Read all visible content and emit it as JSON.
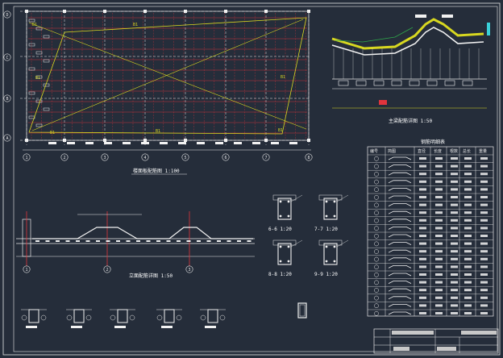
{
  "drawing": {
    "axes_letters": [
      "D",
      "C",
      "B",
      "A"
    ],
    "axes_numbers": [
      "1",
      "2",
      "3",
      "4",
      "5",
      "6",
      "7",
      "8"
    ],
    "plan_slab_labels": [
      "B1",
      "B1",
      "B1",
      "B1",
      "B1",
      "B1",
      "B1"
    ],
    "plan_title": "楼面板配筋图 1:100",
    "elevation_title": "立面配筋详图 1:50",
    "profile_title": "主梁配筋详图 1:50",
    "section_titles": [
      "6-6 1:20",
      "7-7 1:20",
      "8-8 1:20",
      "9-9 1:20"
    ],
    "schedule_title": "钢筋明细表",
    "schedule_headers": [
      "编号",
      "简图",
      "直径",
      "长度",
      "根数",
      "总长",
      "重量"
    ],
    "elevation_axis_numbers": [
      "1",
      "2",
      "3"
    ],
    "colors": {
      "background": "#252d3a",
      "frame": "#e8e8e8",
      "grid_red": "#e0343c",
      "axis_yellow": "#d8d820",
      "rebar_white": "#f2f2f2",
      "accent_cyan": "#3ad0d8",
      "accent_green": "#2fa84a"
    }
  }
}
